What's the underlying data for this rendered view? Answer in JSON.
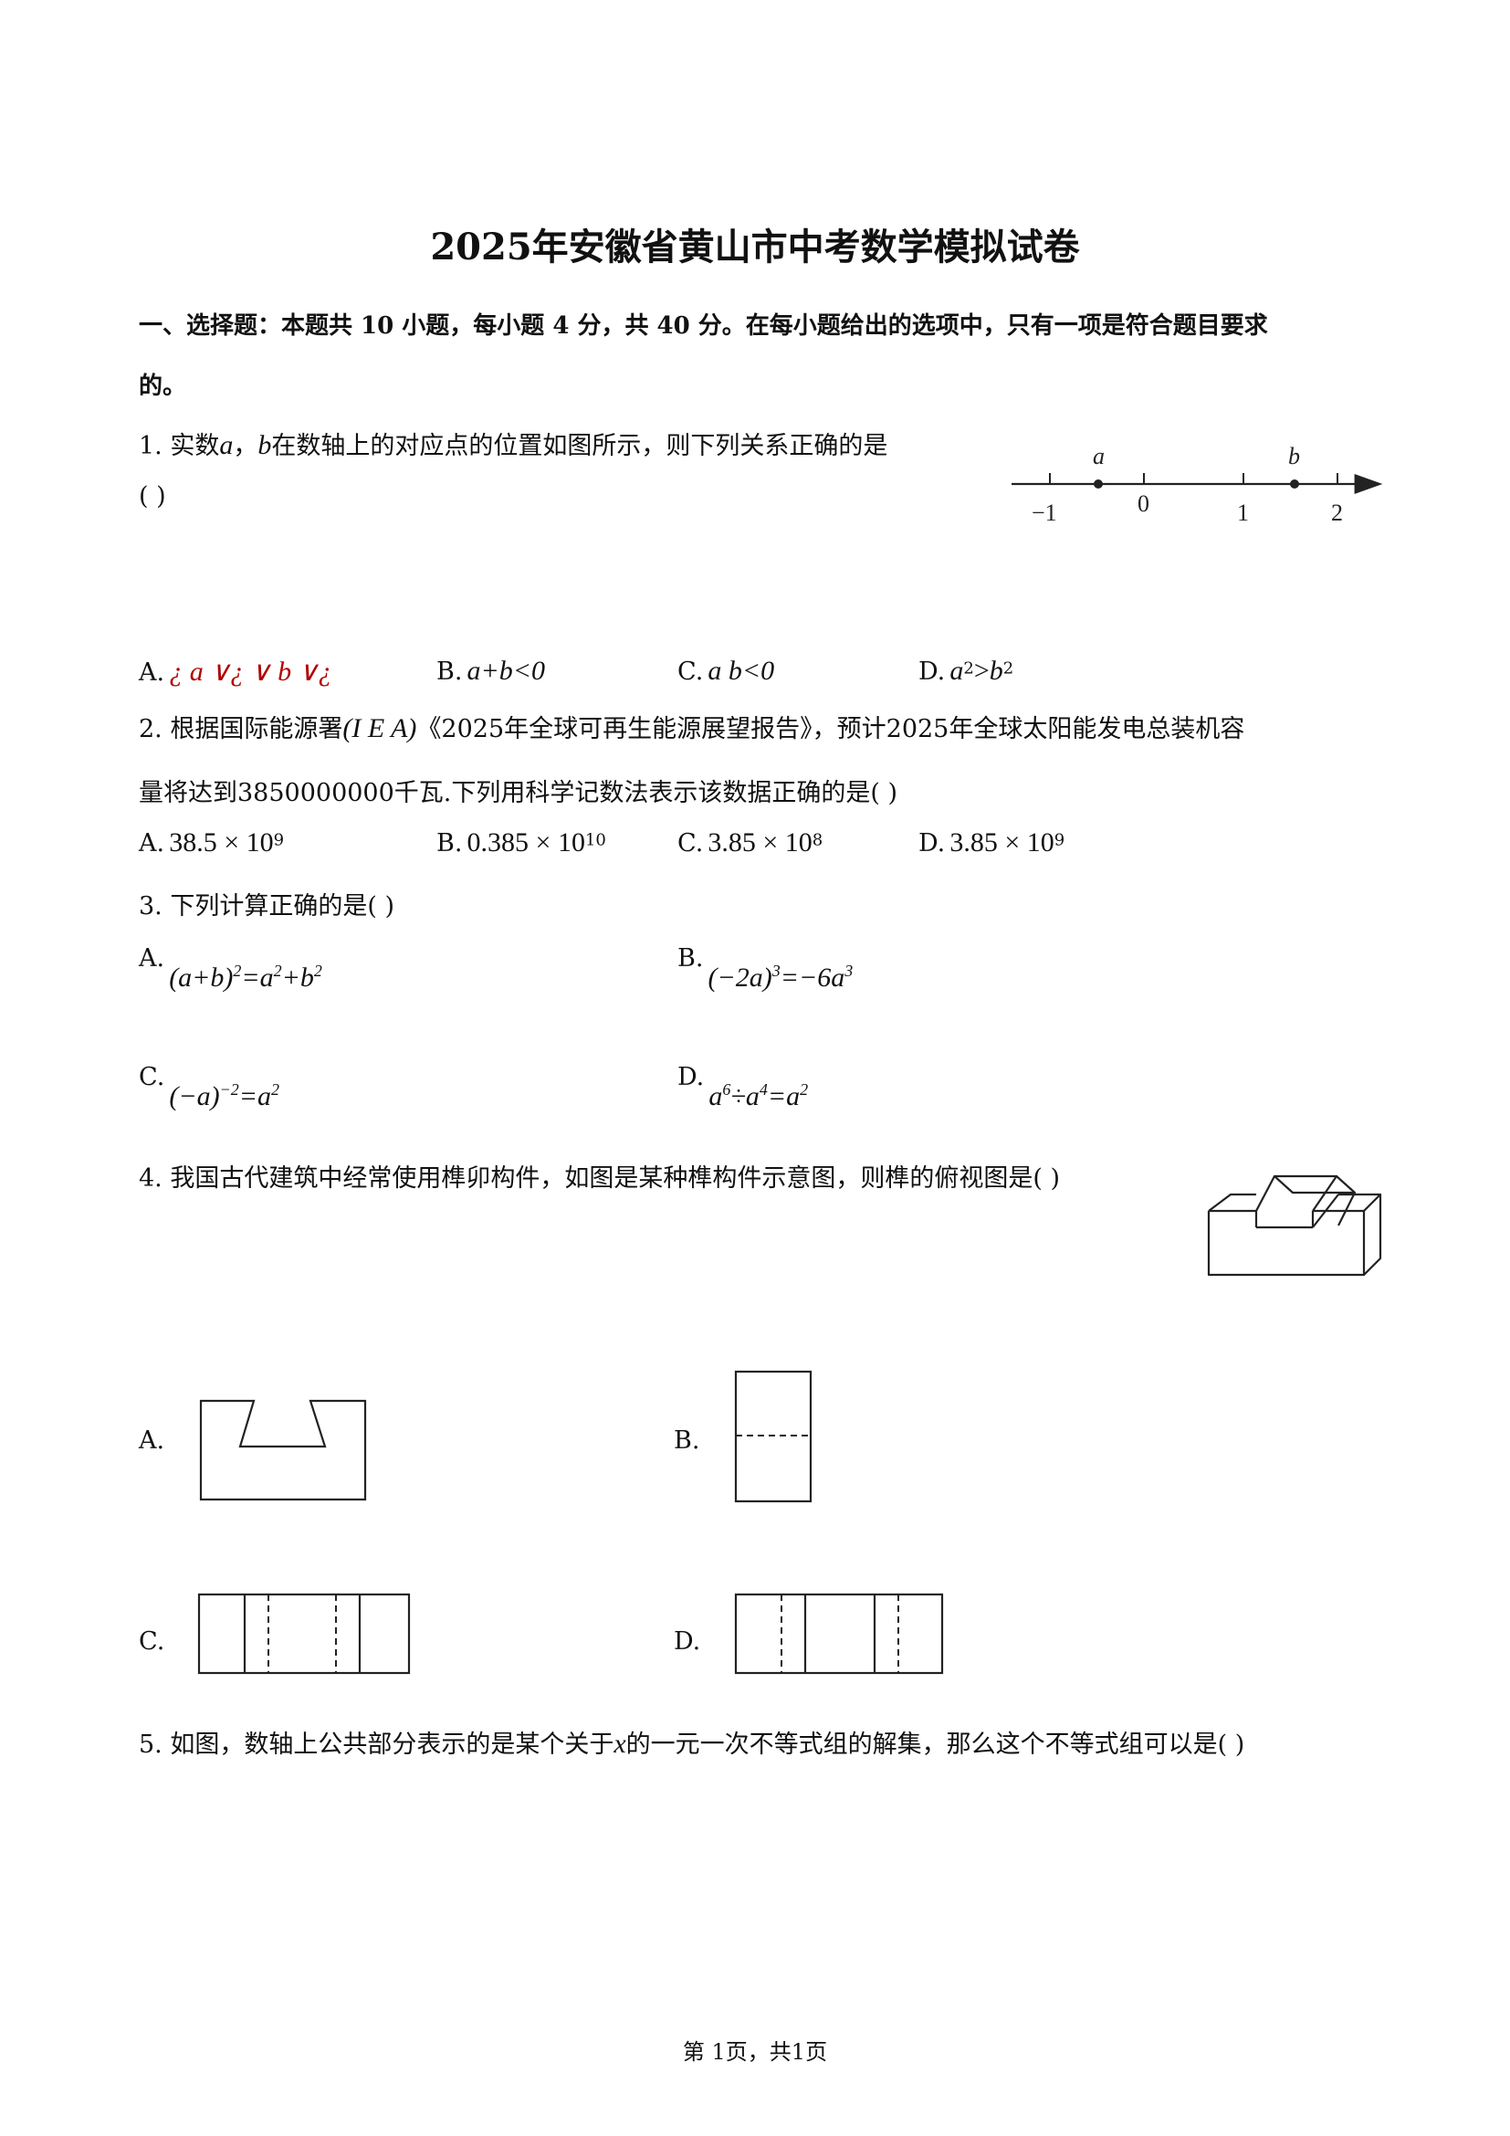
{
  "title": "2025年安徽省黄山市中考数学模拟试卷",
  "section1": {
    "line1": "一、选择题：本题共 10 小题，每小题 4 分，共 40 分。在每小题给出的选项中，只有一项是符合题目要求",
    "line2": "的。"
  },
  "q1": {
    "stem_prefix": "1. 实数",
    "var_a": "a",
    "comma": "，",
    "var_b": "b",
    "stem_suffix": "在数轴上的对应点的位置如图所示，则下列关系正确的是",
    "paren": "(    )",
    "figure": {
      "label_a": "a",
      "label_b": "b",
      "ticks": [
        "−1",
        "0",
        "1",
        "2"
      ]
    },
    "options": [
      {
        "label": "A.",
        "text": "¿ a ∨¿ ∨ b ∨¿"
      },
      {
        "label": "B.",
        "text": "a+b<0"
      },
      {
        "label": "C.",
        "text": "a b<0"
      },
      {
        "label": "D.",
        "text_base1": "a",
        "sup1": "2",
        "text_mid": ">",
        "text_base2": "b",
        "sup2": "2"
      }
    ]
  },
  "q2": {
    "line1_a": "2. 根据国际能源署",
    "line1_iea": "(I E A)",
    "line1_b": "《2025年全球可再生能源展望报告》，预计2025年全球太阳能发电总装机容",
    "line2": "量将达到3850000000千瓦.下列用科学记数法表示该数据正确的是(    )",
    "options": [
      {
        "label": "A.",
        "base": "38.5 × 10",
        "sup": "9"
      },
      {
        "label": "B.",
        "base": "0.385 × 10",
        "sup": "10"
      },
      {
        "label": "C.",
        "base": "3.85 × 10",
        "sup": "8"
      },
      {
        "label": "D.",
        "base": "3.85 × 10",
        "sup": "9"
      }
    ]
  },
  "q3": {
    "stem": "3. 下列计算正确的是(    )",
    "options": [
      {
        "label": "A.",
        "html_parts": [
          "(a+b)",
          "2",
          "=a",
          "2",
          "+b",
          "2"
        ]
      },
      {
        "label": "B.",
        "html_parts": [
          "(−2a)",
          "3",
          "=−6a",
          "3"
        ]
      },
      {
        "label": "C.",
        "html_parts": [
          "(−a)",
          "−2",
          "=a",
          "2"
        ]
      },
      {
        "label": "D.",
        "html_parts": [
          "a",
          "6",
          "÷a",
          "4",
          "=a",
          "2"
        ]
      }
    ]
  },
  "q4": {
    "stem": "4. 我国古代建筑中经常使用榫卯构件，如图是某种榫构件示意图，则榫的俯视图是(    )",
    "options": [
      {
        "label": "A."
      },
      {
        "label": "B."
      },
      {
        "label": "C."
      },
      {
        "label": "D."
      }
    ]
  },
  "q5": {
    "stem_prefix": "5. 如图，数轴上公共部分表示的是某个关于",
    "var_x": "x",
    "stem_suffix": "的一元一次不等式组的解集，那么这个不等式组可以是(    )"
  },
  "footer": "第 1页，共1页"
}
